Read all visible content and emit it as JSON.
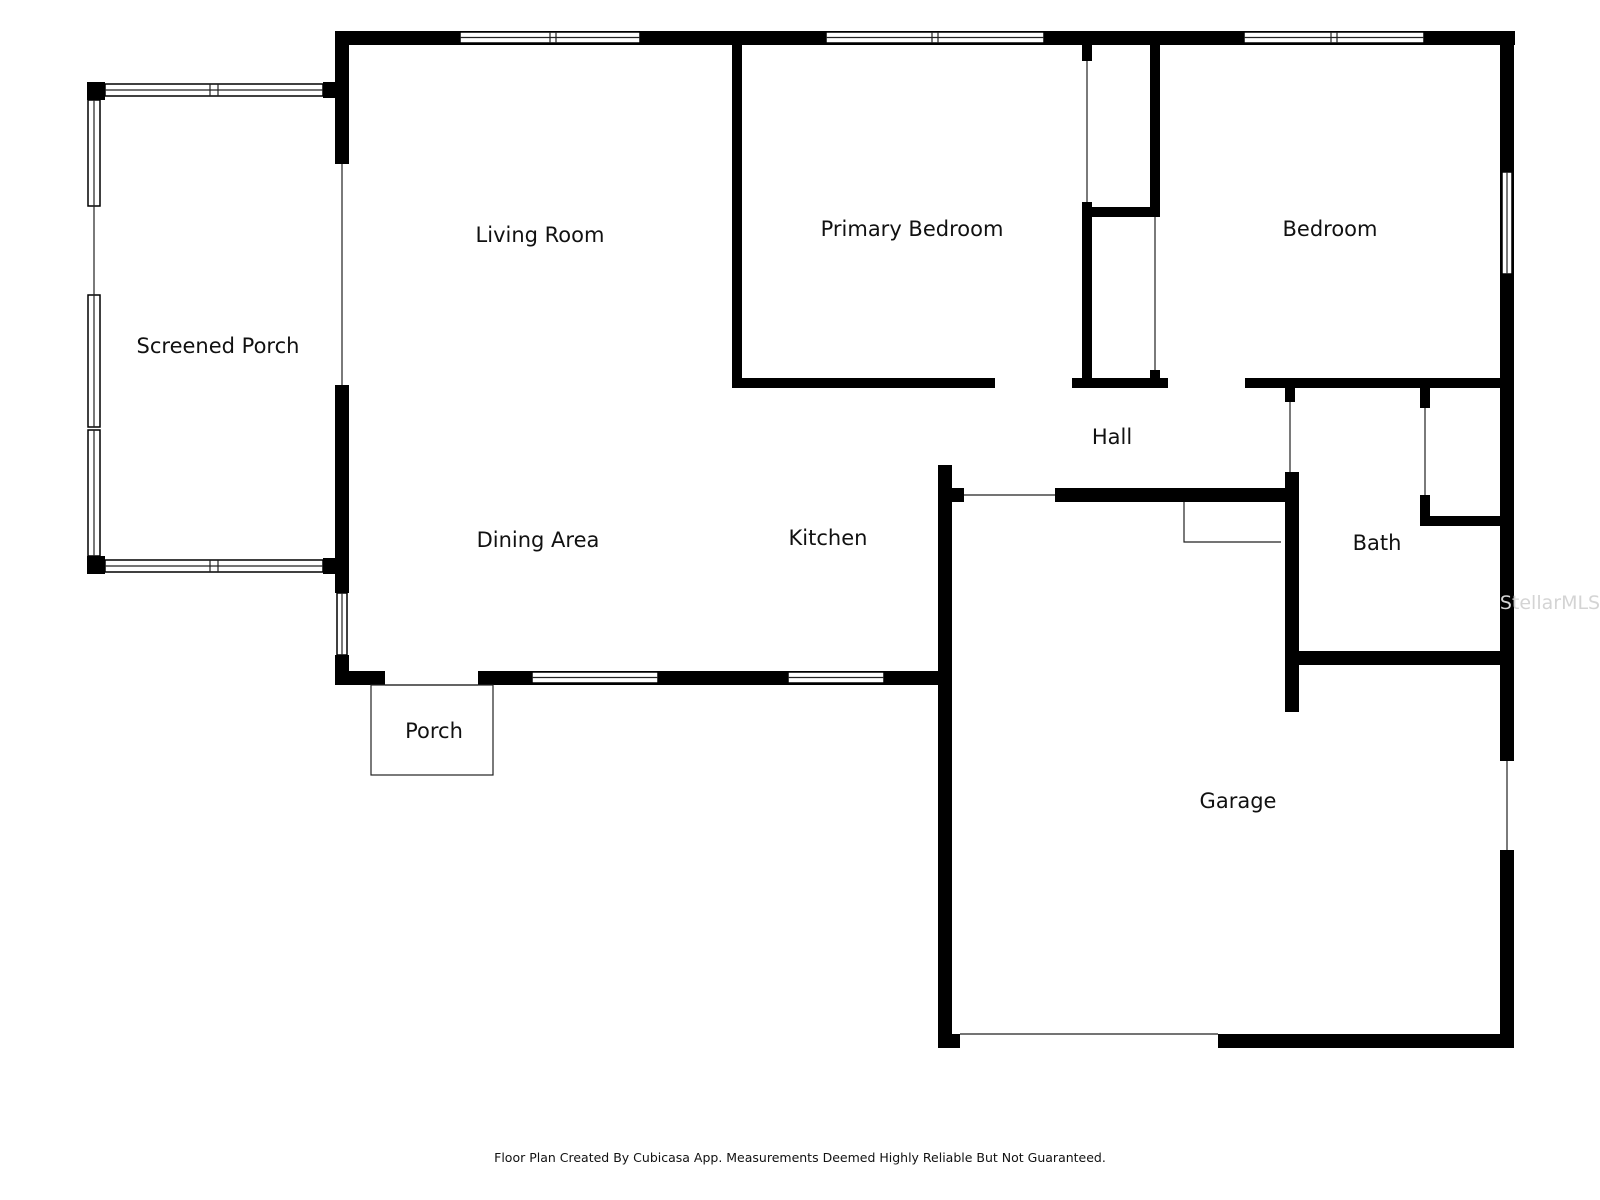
{
  "rooms": {
    "living_room": "Living Room",
    "primary_bedroom": "Primary Bedroom",
    "bedroom": "Bedroom",
    "screened_porch": "Screened Porch",
    "hall": "Hall",
    "dining_area": "Dining Area",
    "kitchen": "Kitchen",
    "bath": "Bath",
    "porch": "Porch",
    "garage": "Garage"
  },
  "watermark": "StellarMLS",
  "footer": "Floor Plan Created By Cubicasa App. Measurements Deemed Highly Reliable But Not Guaranteed.",
  "colors": {
    "wall": "#000000",
    "background": "#ffffff"
  }
}
